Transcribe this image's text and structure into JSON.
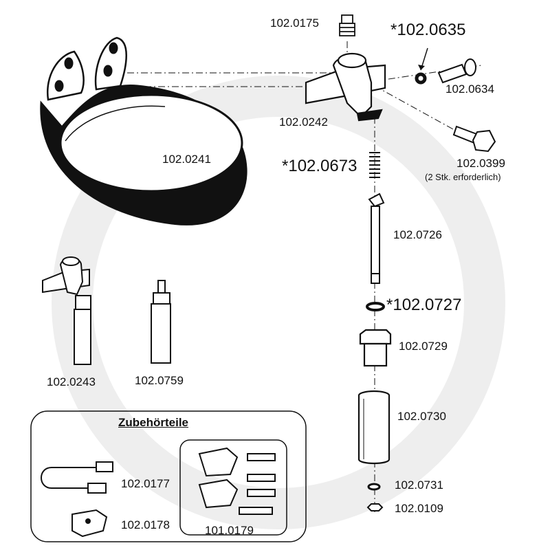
{
  "labels": {
    "p_0175": "102.0175",
    "p_0635": "*102.0635",
    "p_0634": "102.0634",
    "p_0242": "102.0242",
    "p_0399": "102.0399",
    "p_0399_note": "(2 Stk. erforderlich)",
    "p_0241": "102.0241",
    "p_0673": "*102.0673",
    "p_0726": "102.0726",
    "p_0727": "*102.0727",
    "p_0729": "102.0729",
    "p_0243": "102.0243",
    "p_0759": "102.0759",
    "p_0730": "102.0730",
    "p_0731": "102.0731",
    "p_0109": "102.0109",
    "accessories_title": "Zubehörteile",
    "p_0177": "102.0177",
    "p_0178": "102.0178",
    "p_0179": "101.0179"
  },
  "colors": {
    "line": "#111111",
    "watermark": "#eeeeee"
  }
}
